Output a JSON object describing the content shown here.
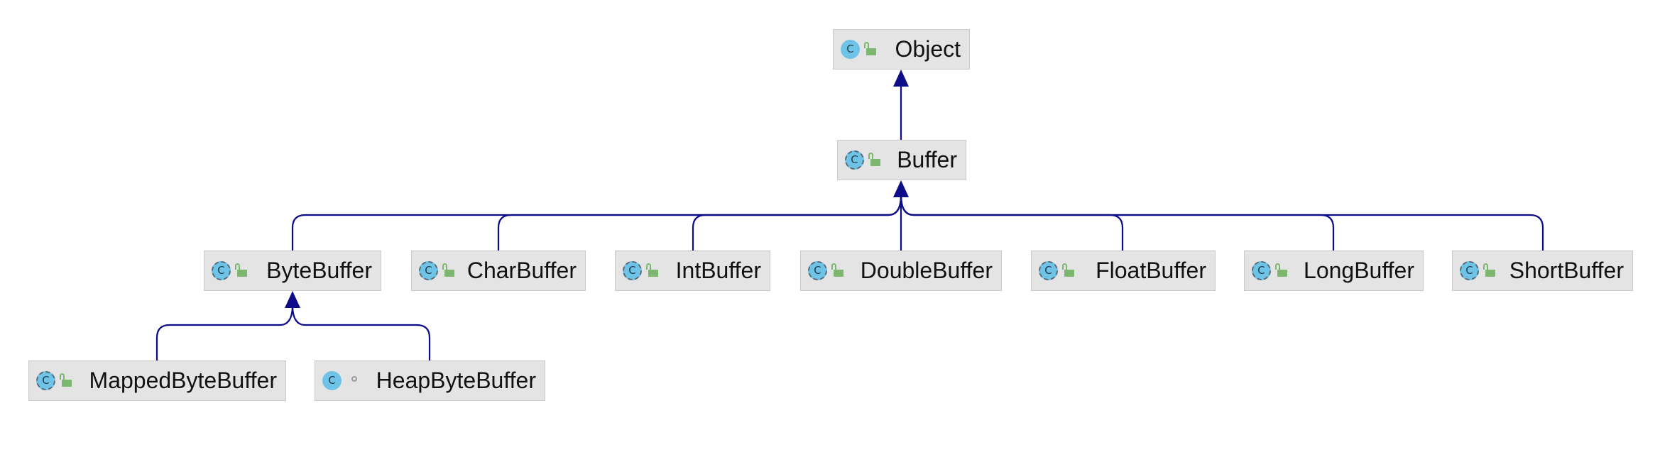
{
  "diagram": {
    "nodes": [
      {
        "id": "object",
        "label": "Object",
        "icons": [
          "class-icon",
          "public-icon"
        ]
      },
      {
        "id": "buffer",
        "label": "Buffer",
        "icons": [
          "abstract-class-icon",
          "public-icon"
        ]
      },
      {
        "id": "bytebuffer",
        "label": "ByteBuffer",
        "icons": [
          "abstract-class-icon",
          "public-icon"
        ]
      },
      {
        "id": "charbuffer",
        "label": "CharBuffer",
        "icons": [
          "abstract-class-icon",
          "public-icon"
        ]
      },
      {
        "id": "intbuffer",
        "label": "IntBuffer",
        "icons": [
          "abstract-class-icon",
          "public-icon"
        ]
      },
      {
        "id": "doublebuffer",
        "label": "DoubleBuffer",
        "icons": [
          "abstract-class-icon",
          "public-icon"
        ]
      },
      {
        "id": "floatbuffer",
        "label": "FloatBuffer",
        "icons": [
          "abstract-class-icon",
          "public-icon"
        ]
      },
      {
        "id": "longbuffer",
        "label": "LongBuffer",
        "icons": [
          "abstract-class-icon",
          "public-icon"
        ]
      },
      {
        "id": "shortbuffer",
        "label": "ShortBuffer",
        "icons": [
          "abstract-class-icon",
          "public-icon"
        ]
      },
      {
        "id": "mappedbytebuffer",
        "label": "MappedByteBuffer",
        "icons": [
          "abstract-class-icon",
          "public-icon"
        ]
      },
      {
        "id": "heapbytebuffer",
        "label": "HeapByteBuffer",
        "icons": [
          "class-icon",
          "package-private-icon"
        ]
      }
    ],
    "edges": [
      {
        "from": "buffer",
        "to": "object",
        "type": "extends"
      },
      {
        "from": "bytebuffer",
        "to": "buffer",
        "type": "extends"
      },
      {
        "from": "charbuffer",
        "to": "buffer",
        "type": "extends"
      },
      {
        "from": "intbuffer",
        "to": "buffer",
        "type": "extends"
      },
      {
        "from": "doublebuffer",
        "to": "buffer",
        "type": "extends"
      },
      {
        "from": "floatbuffer",
        "to": "buffer",
        "type": "extends"
      },
      {
        "from": "longbuffer",
        "to": "buffer",
        "type": "extends"
      },
      {
        "from": "shortbuffer",
        "to": "buffer",
        "type": "extends"
      },
      {
        "from": "mappedbytebuffer",
        "to": "bytebuffer",
        "type": "extends"
      },
      {
        "from": "heapbytebuffer",
        "to": "bytebuffer",
        "type": "extends"
      }
    ],
    "icon_glyphs": {
      "class": "C"
    },
    "colors": {
      "edge": "#0d0d8a",
      "node_fill": "#e4e4e4",
      "class_icon": "#6fc3e6",
      "public_icon": "#7cb66f"
    }
  }
}
